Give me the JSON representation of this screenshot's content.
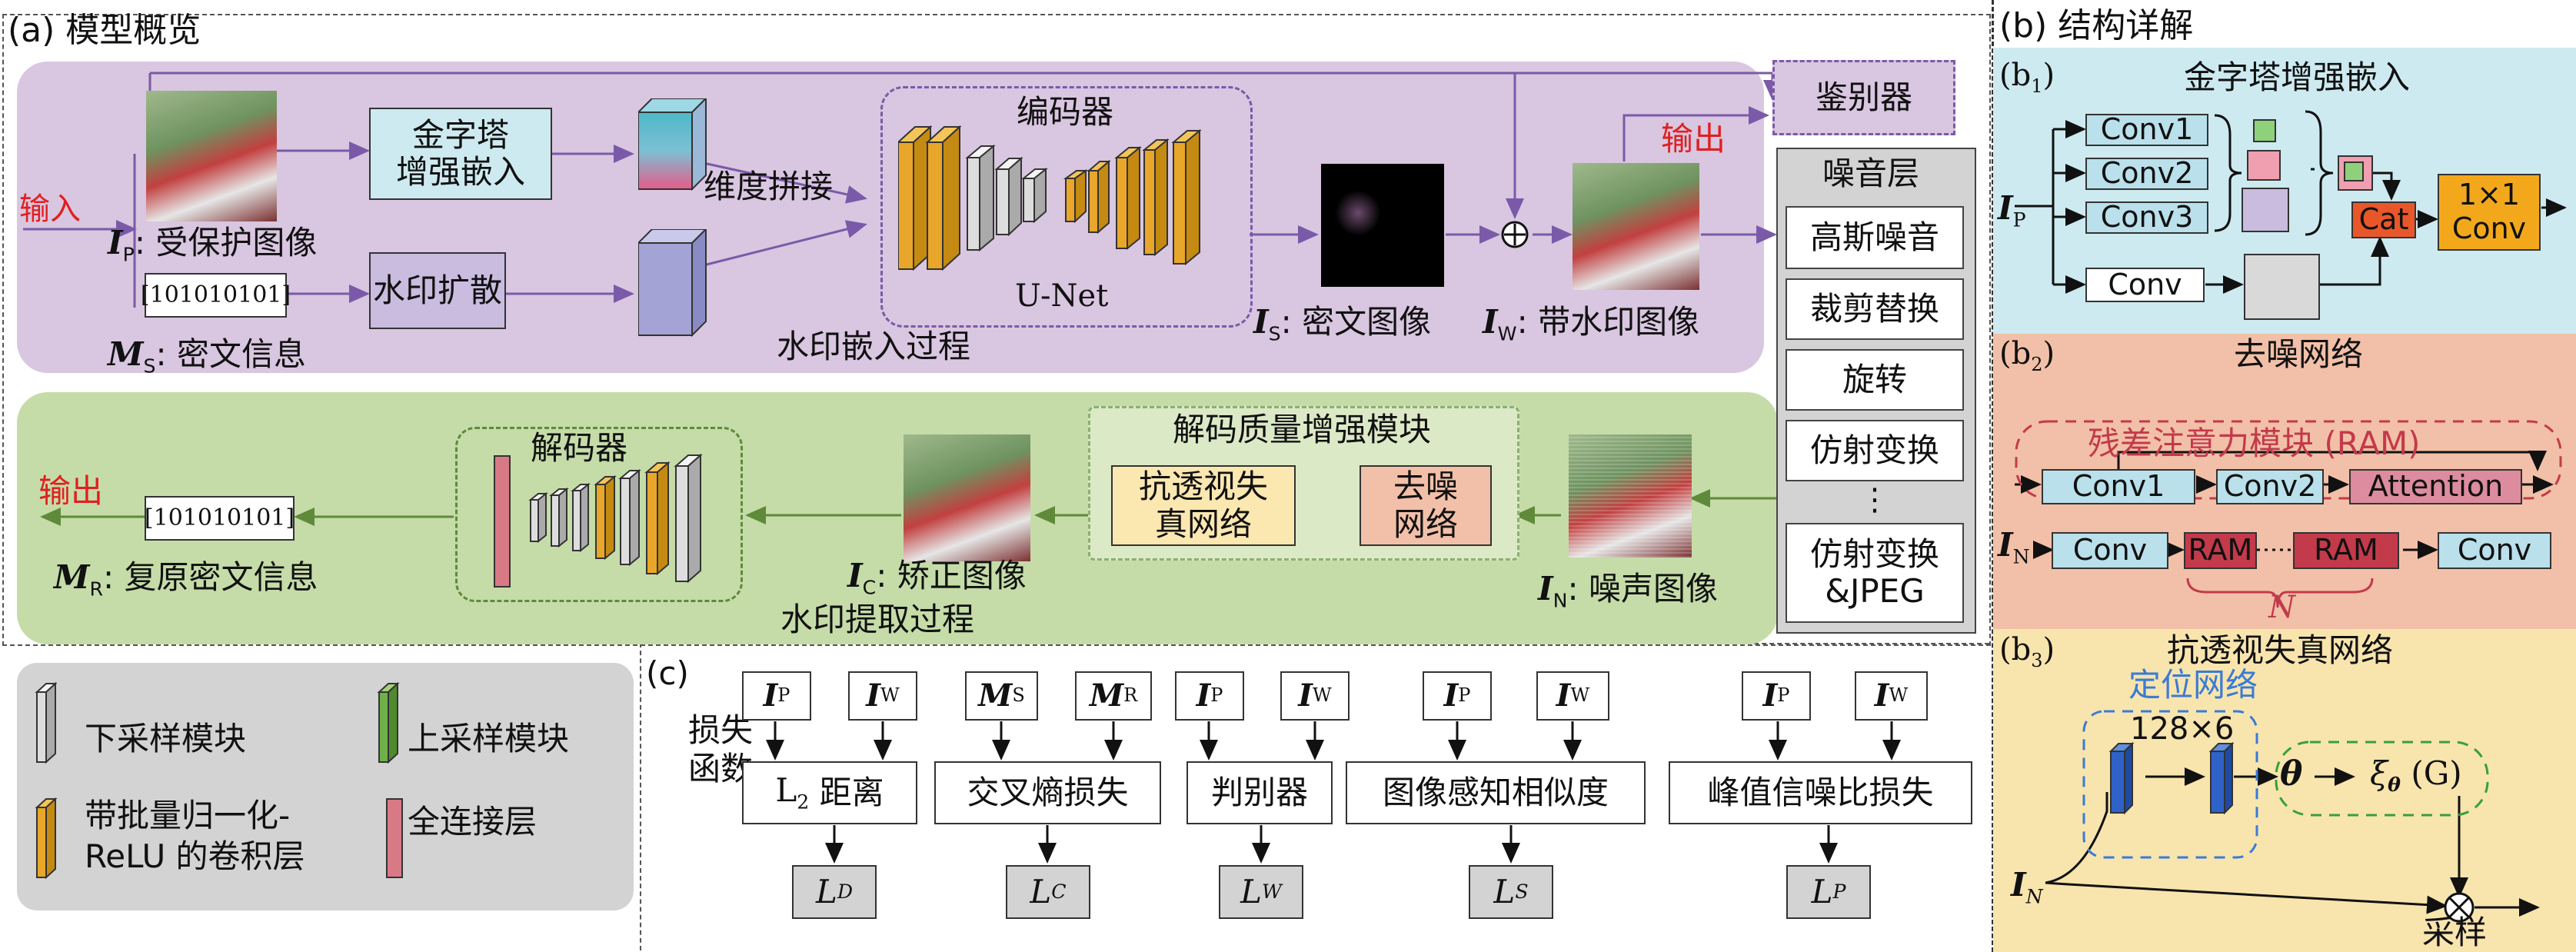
{
  "panel_a": {
    "title": "(a) 模型概览",
    "input_label": "输入",
    "output_label_top": "输出",
    "output_label_bottom": "输出",
    "ip_label": "受保护图像",
    "ms_label": "密文信息",
    "ms_bits": "[101010101]",
    "pyramid_embed": "金字塔\n增强嵌入",
    "watermark_spread": "水印扩散",
    "concat_label": "维度拼接",
    "encoder_label": "编码器",
    "unet_label": "U-Net",
    "is_label": "密文图像",
    "iw_label": "带水印图像",
    "embed_process": "水印嵌入过程",
    "discriminator": "鉴别器",
    "noise_layer": {
      "title": "噪音层",
      "items": [
        "高斯噪音",
        "裁剪替换",
        "旋转",
        "仿射变换",
        "⋮",
        "仿射变换\n&JPEG"
      ]
    },
    "decoder_label": "解码器",
    "mr_bits": "[101010101]",
    "mr_label": "复原密文信息",
    "ic_label": "矫正图像",
    "extract_process": "水印提取过程",
    "dqe_module": "解码质量增强模块",
    "anti_persp": "抗透视失\n真网络",
    "denoise": "去噪\n网络",
    "in_label": "噪声图像"
  },
  "legend": {
    "downsample": "下采样模块",
    "upsample": "上采样模块",
    "conv_bn_relu": "带批量归一化-\nReLU 的卷积层",
    "fc": "全连接层"
  },
  "panel_c": {
    "title": "(c)",
    "loss_fn": "损失\n函数",
    "losses": [
      "距离",
      "交叉熵损失",
      "判别器",
      "图像感知相似度",
      "峰值信噪比损失"
    ]
  },
  "panel_b": {
    "title": "(b) 结构详解",
    "b1": {
      "title": "金字塔增强嵌入",
      "convs": [
        "Conv1",
        "Conv2",
        "Conv3"
      ],
      "conv": "Conv",
      "cat": "Cat",
      "conv1x1": "1×1\nConv"
    },
    "b2": {
      "title": "去噪网络",
      "ram_title": "残差注意力模块 (RAM)",
      "conv1": "Conv1",
      "conv2": "Conv2",
      "attention": "Attention",
      "conv": "Conv",
      "ram": "RAM",
      "n": "N"
    },
    "b3": {
      "title": "抗透视失真网络",
      "loc_net": "定位网络",
      "dims": "128×6",
      "sampling": "采样",
      "xi_g": "(G)"
    }
  },
  "colors": {
    "purple_bg": "#d9c6e0",
    "green_bg": "#c5dca8",
    "cyan_bg": "#cdeaf0",
    "salmon_bg": "#f2c0a8",
    "yellow_bg": "#f8e4ad",
    "conv_box": "#b9e0eb",
    "orange": "#e8a62a",
    "red_ram": "#c33a4a"
  }
}
